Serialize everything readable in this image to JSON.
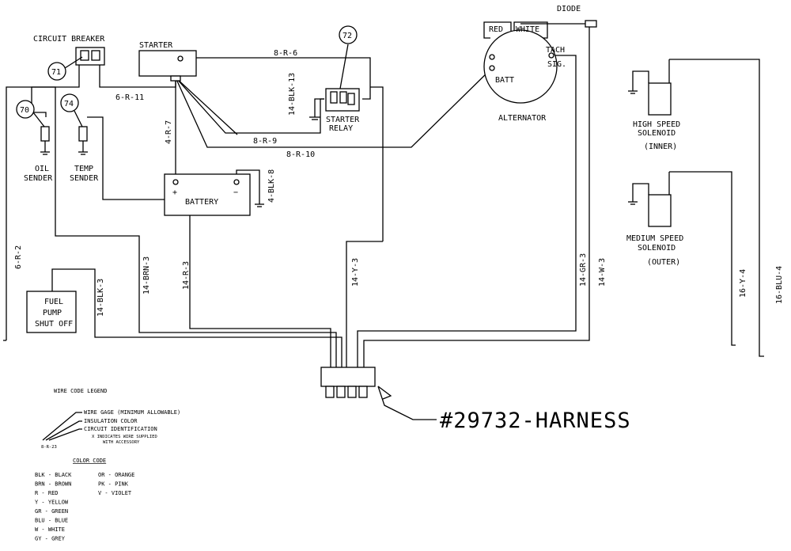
{
  "callouts": {
    "c70": "70",
    "c71": "71",
    "c72": "72",
    "c74": "74"
  },
  "labels": {
    "circuit_breaker": "CIRCUIT BREAKER",
    "starter": "STARTER",
    "starter_relay_1": "STARTER",
    "starter_relay_2": "RELAY",
    "diode": "DIODE",
    "red": "RED",
    "white": "WHITE",
    "tach": "TACH",
    "sig": "SIG.",
    "batt": "BATT",
    "alternator": "ALTERNATOR",
    "oil_1": "OIL",
    "oil_2": "SENDER",
    "temp_1": "TEMP",
    "temp_2": "SENDER",
    "battery": "BATTERY",
    "plus": "+",
    "minus": "−",
    "fuel_1": "FUEL",
    "fuel_2": "PUMP",
    "fuel_3": "SHUT OFF",
    "hs_1": "HIGH SPEED",
    "hs_2": "SOLENOID",
    "hs_3": "(INNER)",
    "ms_1": "MEDIUM SPEED",
    "ms_2": "SOLENOID",
    "ms_3": "(OUTER)",
    "harness": "#29732-HARNESS"
  },
  "wires": {
    "w8r6": "8-R-6",
    "w6r11": "6-R-11",
    "w14blk13": "14-BLK-13",
    "w4r7": "4-R-7",
    "w8r9": "8-R-9",
    "w8r10": "8-R-10",
    "w4blk8": "4-BLK-8",
    "w6r2": "6-R-2",
    "w14blk3": "14-BLK-3",
    "w14brn3": "14-BRN-3",
    "w14r3": "14-R-3",
    "w14y3": "14-Y-3",
    "w14gr3": "14-GR-3",
    "w14w3": "14-W-3",
    "w16y4": "16-Y-4",
    "wedge": "16-BLU-4"
  },
  "legend": {
    "title": "WIRE CODE LEGEND",
    "gage": "WIRE GAGE (MINIMUM ALLOWABLE)",
    "insulation": "INSULATION COLOR",
    "circuit": "CIRCUIT IDENTIFICATION",
    "x_note_1": "X INDICATES WIRE SUPPLIED",
    "x_note_2": "WITH ACCESSORY",
    "example": "8-R-23",
    "color_title": "COLOR CODE",
    "colors_left": [
      "BLK - BLACK",
      "BRN - BROWN",
      "R - RED",
      "Y - YELLOW",
      "GR - GREEN",
      "BLU - BLUE",
      "W - WHITE",
      "GY - GREY"
    ],
    "colors_right": [
      "OR - ORANGE",
      "PK - PINK",
      "V - VIOLET"
    ]
  }
}
